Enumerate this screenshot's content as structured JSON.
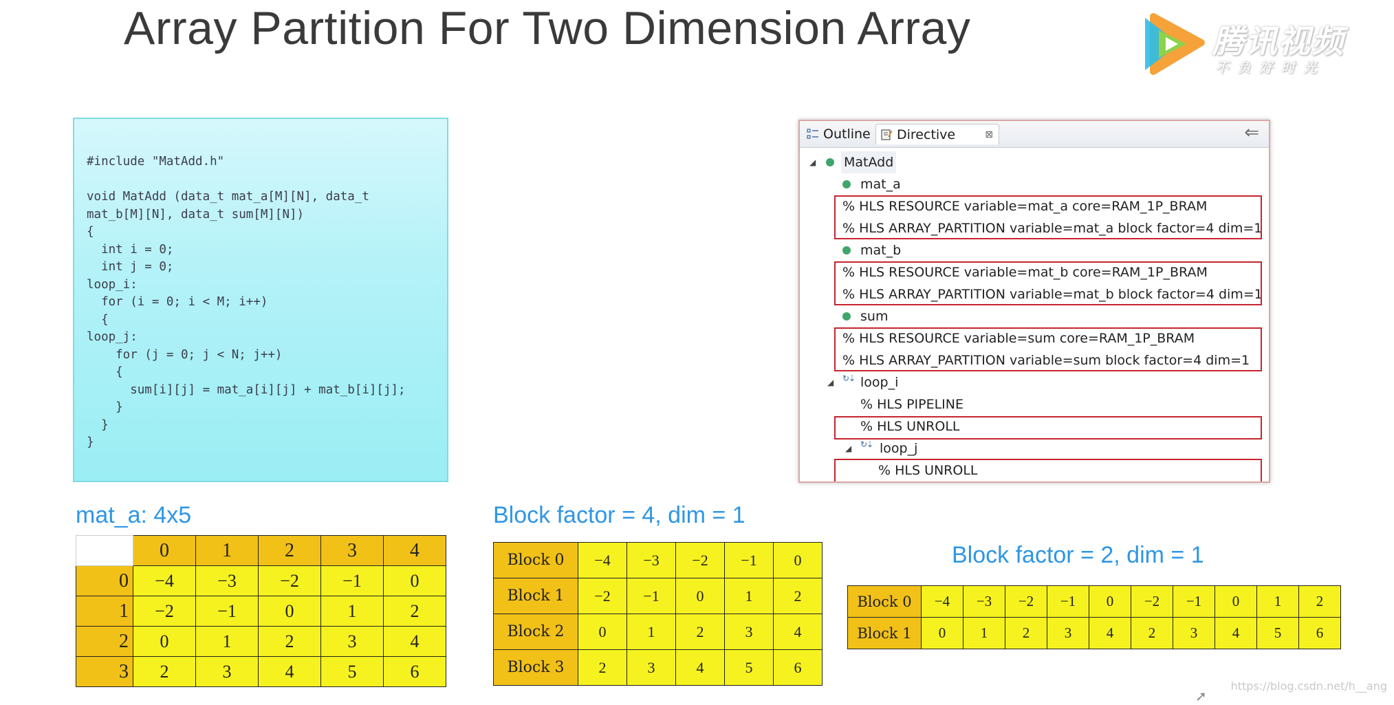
{
  "slide": {
    "title": "Array Partition For Two Dimension Array"
  },
  "logo": {
    "main": "腾讯视频",
    "sub": "不负好时光"
  },
  "code": {
    "lines": [
      "#include \"MatAdd.h\"",
      "",
      "void MatAdd (data_t mat_a[M][N], data_t",
      "mat_b[M][N], data_t sum[M][N])",
      "{",
      "  int i = 0;",
      "  int j = 0;",
      "loop_i:",
      "  for (i = 0; i < M; i++)",
      "  {",
      "loop_j:",
      "    for (j = 0; j < N; j++)",
      "    {",
      "      sum[i][j] = mat_a[i][j] + mat_b[i][j];",
      "    }",
      "  }",
      "}"
    ]
  },
  "directive_panel": {
    "tab_outline": "Outline",
    "tab_directive": "Directive",
    "tab_close": "⊠",
    "back": "⇐",
    "rows": [
      "MatAdd",
      "mat_a",
      "% HLS RESOURCE variable=mat_a core=RAM_1P_BRAM",
      "% HLS ARRAY_PARTITION variable=mat_a block factor=4 dim=1",
      "mat_b",
      "% HLS RESOURCE variable=mat_b core=RAM_1P_BRAM",
      "% HLS ARRAY_PARTITION variable=mat_b block factor=4 dim=1",
      "sum",
      "% HLS RESOURCE variable=sum core=RAM_1P_BRAM",
      "% HLS ARRAY_PARTITION variable=sum block factor=4 dim=1",
      "loop_i",
      "% HLS PIPELINE",
      "% HLS UNROLL",
      "loop_j",
      "% HLS UNROLL"
    ]
  },
  "mat_a_table": {
    "heading": "mat_a: 4x5",
    "col_headers": [
      "0",
      "1",
      "2",
      "3",
      "4"
    ],
    "row_headers": [
      "0",
      "1",
      "2",
      "3"
    ],
    "rows": [
      [
        "−4",
        "−3",
        "−2",
        "−1",
        "0"
      ],
      [
        "−2",
        "−1",
        "0",
        "1",
        "2"
      ],
      [
        "0",
        "1",
        "2",
        "3",
        "4"
      ],
      [
        "2",
        "3",
        "4",
        "5",
        "6"
      ]
    ]
  },
  "block4_table": {
    "heading": "Block factor = 4, dim = 1",
    "row_headers": [
      "Block 0",
      "Block 1",
      "Block 2",
      "Block 3"
    ],
    "rows": [
      [
        "−4",
        "−3",
        "−2",
        "−1",
        "0"
      ],
      [
        "−2",
        "−1",
        "0",
        "1",
        "2"
      ],
      [
        "0",
        "1",
        "2",
        "3",
        "4"
      ],
      [
        "2",
        "3",
        "4",
        "5",
        "6"
      ]
    ]
  },
  "block2_table": {
    "heading": "Block factor = 2, dim = 1",
    "row_headers": [
      "Block 0",
      "Block 1"
    ],
    "rows": [
      [
        "−4",
        "−3",
        "−2",
        "−1",
        "0",
        "−2",
        "−1",
        "0",
        "1",
        "2"
      ],
      [
        "0",
        "1",
        "2",
        "3",
        "4",
        "2",
        "3",
        "4",
        "5",
        "6"
      ]
    ]
  },
  "watermark": "https://blog.csdn.net/h__ang",
  "colors": {
    "title": "#3a3a3a",
    "heading_blue": "#2f96e4",
    "cell_yellow": "#f6f21f",
    "cell_orange": "#f2c117",
    "highlight_red": "#c8242f",
    "code_bg": "#a8f0f6"
  }
}
